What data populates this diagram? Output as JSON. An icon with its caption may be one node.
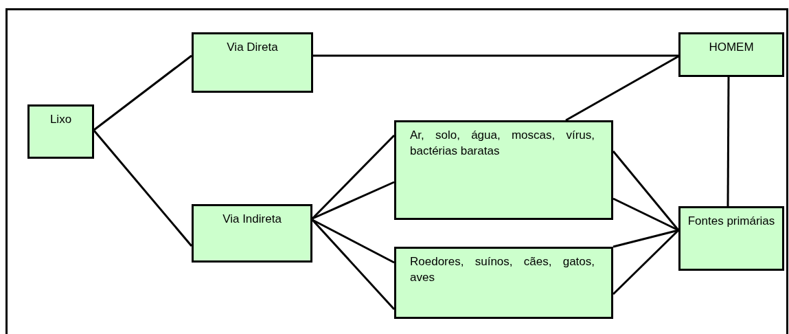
{
  "diagram": {
    "nodes": [
      {
        "text": [
          "Lixo"
        ]
      },
      {
        "text": [
          "Via Direta"
        ]
      },
      {
        "text": [
          "Via Indireta"
        ]
      },
      {
        "text": [
          "Ar, solo, água, moscas, vírus, bactérias baratas"
        ]
      },
      {
        "text": [
          "Roedores, suínos, cães, gatos, aves"
        ]
      },
      {
        "text": [
          "HOMEM"
        ]
      },
      {
        "text": [
          "Fontes primárias"
        ]
      }
    ],
    "edges": [
      {
        "from": 0,
        "to": 1,
        "arrow": "none"
      },
      {
        "from": 0,
        "to": 2,
        "arrow": "none"
      },
      {
        "from": 1,
        "to": 5,
        "arrow": "none"
      },
      {
        "from": 3,
        "to": 5,
        "arrow": "none"
      },
      {
        "from": 5,
        "to": 6,
        "arrow": "none"
      },
      {
        "from": 2,
        "to": 3,
        "arrow": "none"
      },
      {
        "from": 2,
        "to": 3,
        "arrow": "none"
      },
      {
        "from": 2,
        "to": 4,
        "arrow": "none"
      },
      {
        "from": 2,
        "to": 4,
        "arrow": "none"
      },
      {
        "from": 3,
        "to": 6,
        "arrow": "none"
      },
      {
        "from": 3,
        "to": 6,
        "arrow": "none"
      },
      {
        "from": 4,
        "to": 6,
        "arrow": "none"
      },
      {
        "from": 4,
        "to": 6,
        "arrow": "none"
      }
    ]
  }
}
